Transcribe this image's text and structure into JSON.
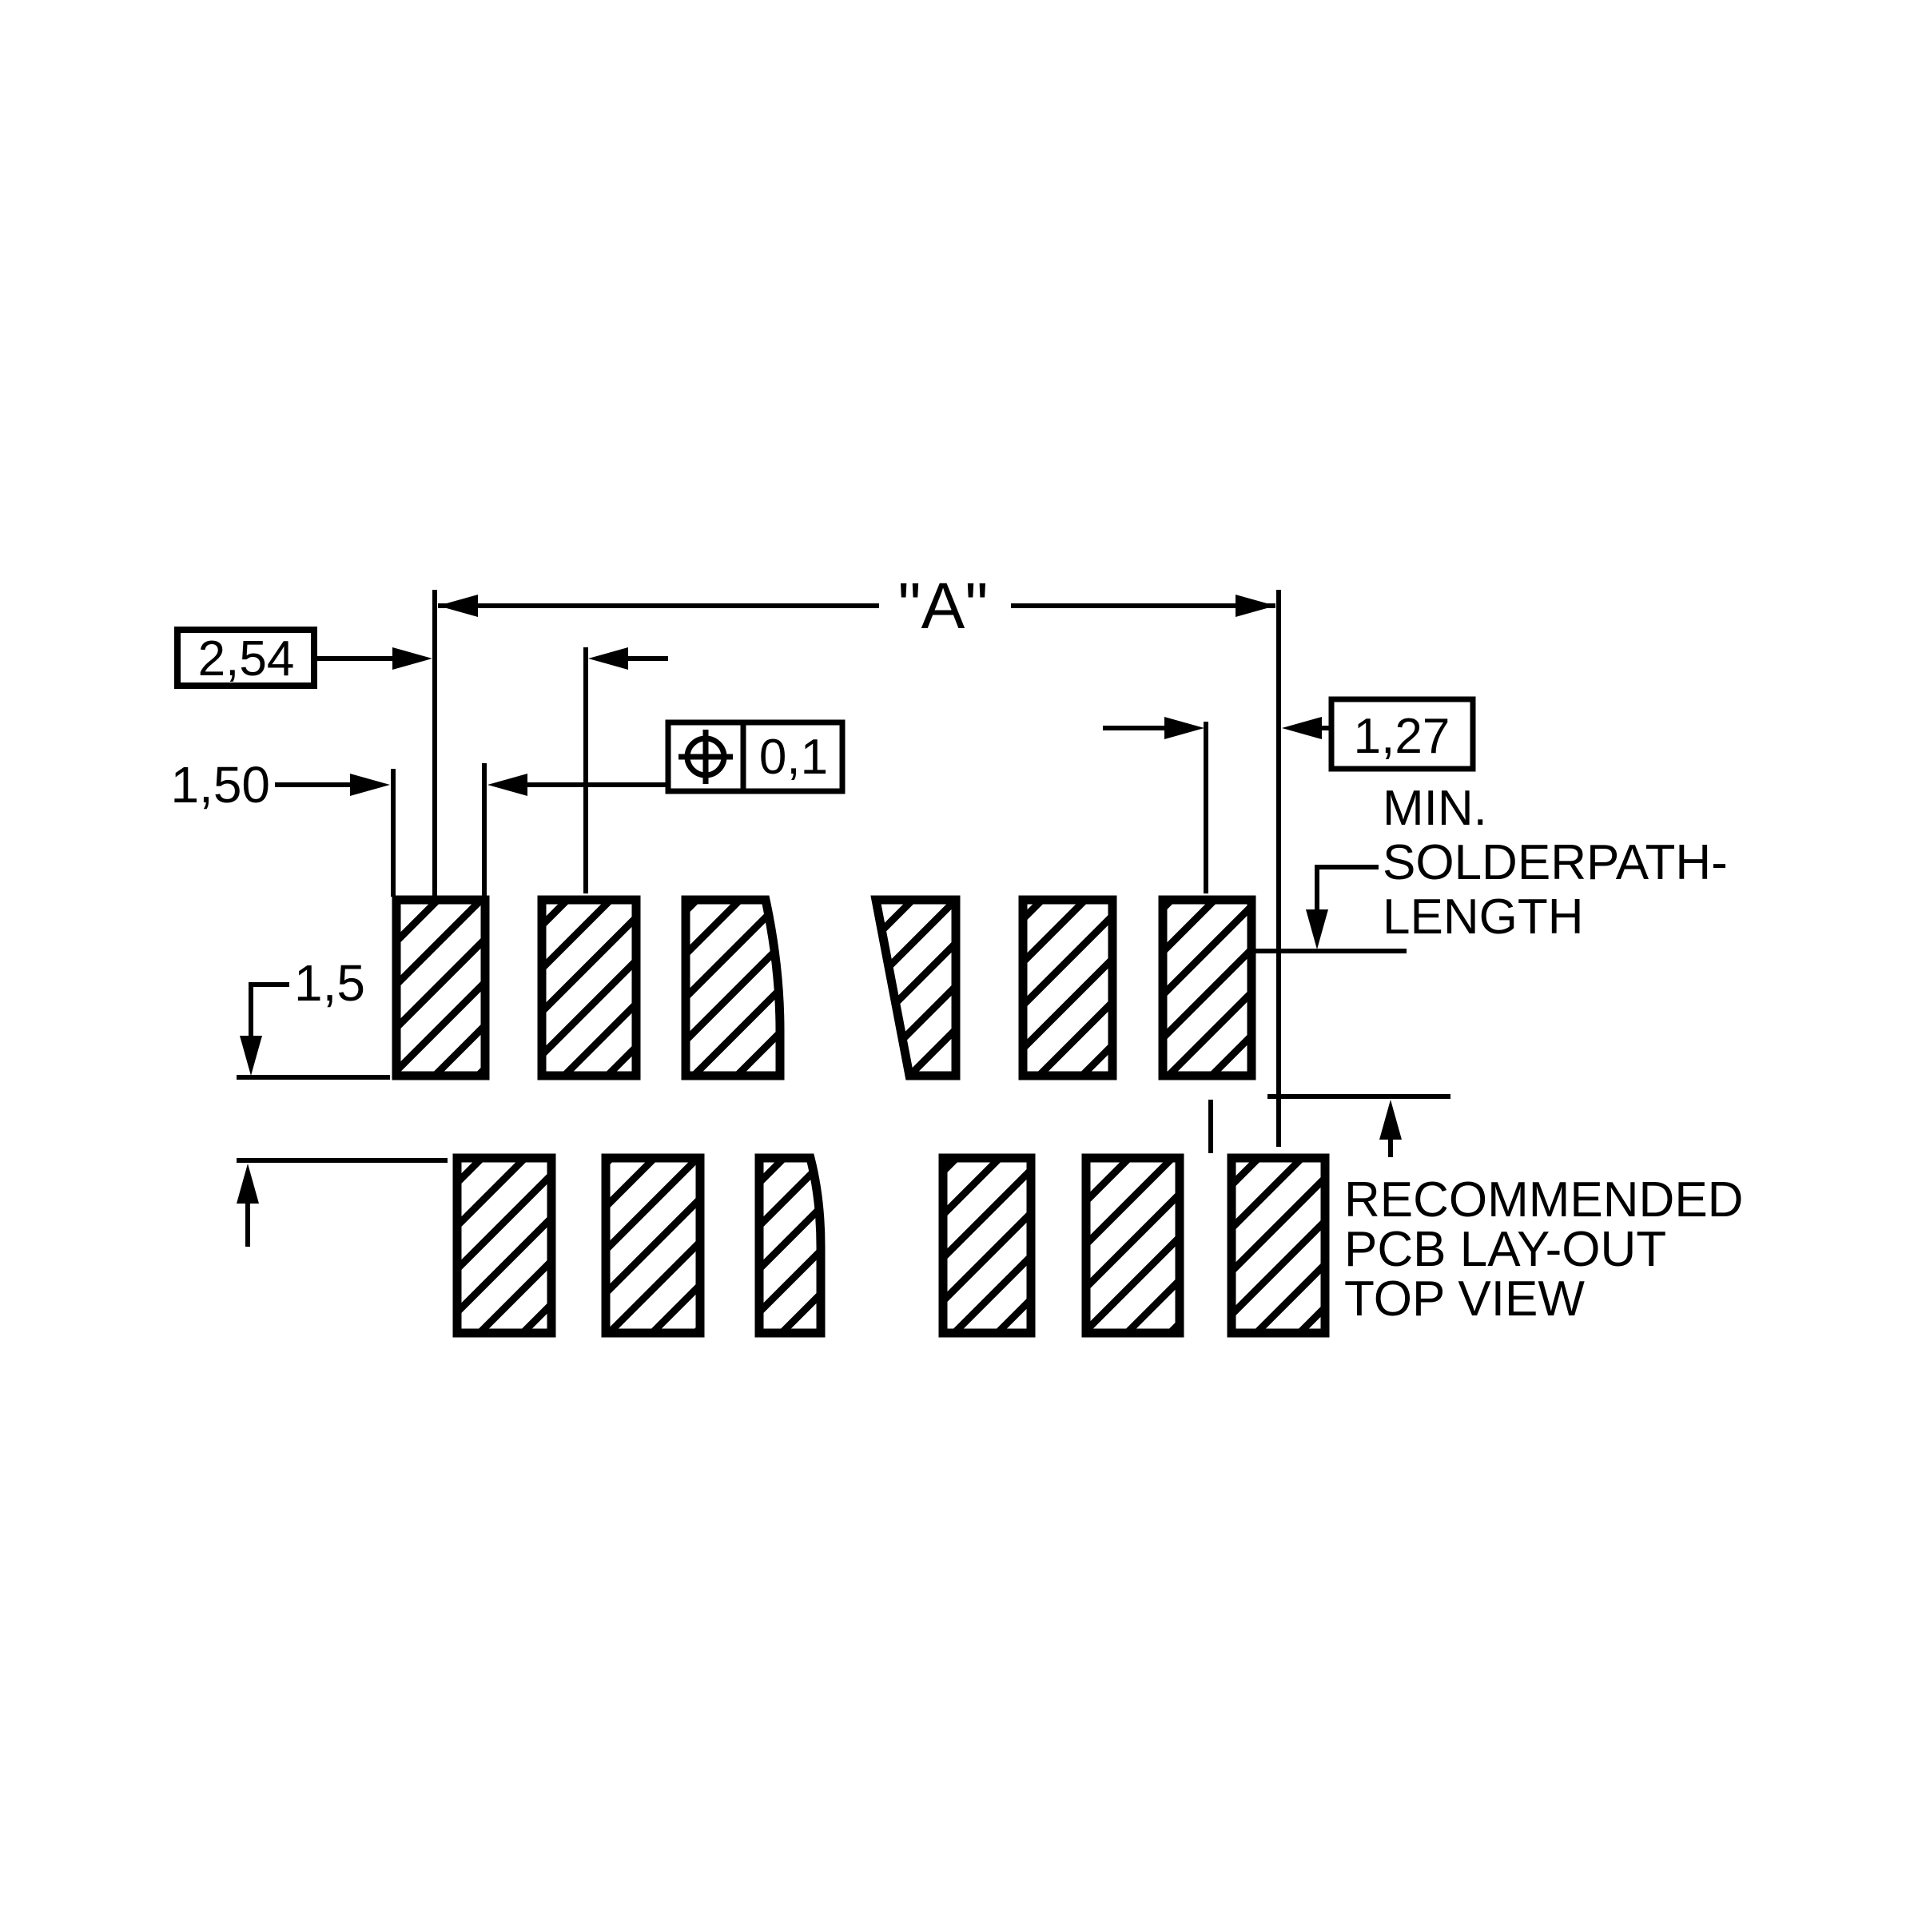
{
  "figure": {
    "kind": "technical-drawing",
    "description": "Recommended PCB lay-out top view with solder pad dimensions"
  },
  "labels": {
    "overall_width": "\"A\"",
    "pitch": "2,54",
    "pad_width": "1,50",
    "half_pitch": "1,27",
    "position_tolerance": "0,1",
    "pad_offset": "1,5"
  },
  "notes": {
    "solder": {
      "l1": "MIN.",
      "l2": "SOLDERPATH-",
      "l3": "LENGTH"
    },
    "layout": {
      "l1": "RECOMMENDED",
      "l2": "PCB LAY-OUT",
      "l3": "TOP VIEW"
    }
  },
  "colors": {
    "ink": "#000000",
    "paper": "#ffffff"
  }
}
